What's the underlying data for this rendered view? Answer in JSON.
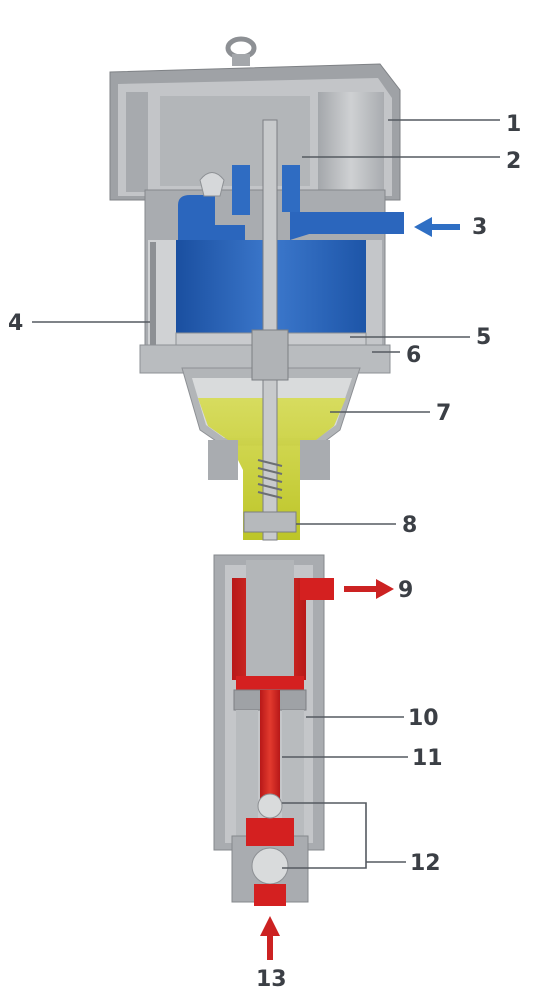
{
  "callouts": [
    {
      "id": "1",
      "label": "1"
    },
    {
      "id": "2",
      "label": "2"
    },
    {
      "id": "3",
      "label": "3"
    },
    {
      "id": "4",
      "label": "4"
    },
    {
      "id": "5",
      "label": "5"
    },
    {
      "id": "6",
      "label": "6"
    },
    {
      "id": "7",
      "label": "7"
    },
    {
      "id": "8",
      "label": "8"
    },
    {
      "id": "9",
      "label": "9"
    },
    {
      "id": "10",
      "label": "10"
    },
    {
      "id": "11",
      "label": "11"
    },
    {
      "id": "12",
      "label": "12"
    },
    {
      "id": "13",
      "label": "13"
    }
  ],
  "colors": {
    "metal": "#b9bcbf",
    "metal_dark": "#8d9094",
    "metal_light": "#dcdedf",
    "air": "#1f5fb8",
    "air_light": "#4f86d2",
    "oil": "#c9cf2a",
    "fluid": "#d51f1f",
    "arrow_blue": "#2f6fc4",
    "arrow_red": "#cc2222",
    "label": "#3b3f45"
  }
}
